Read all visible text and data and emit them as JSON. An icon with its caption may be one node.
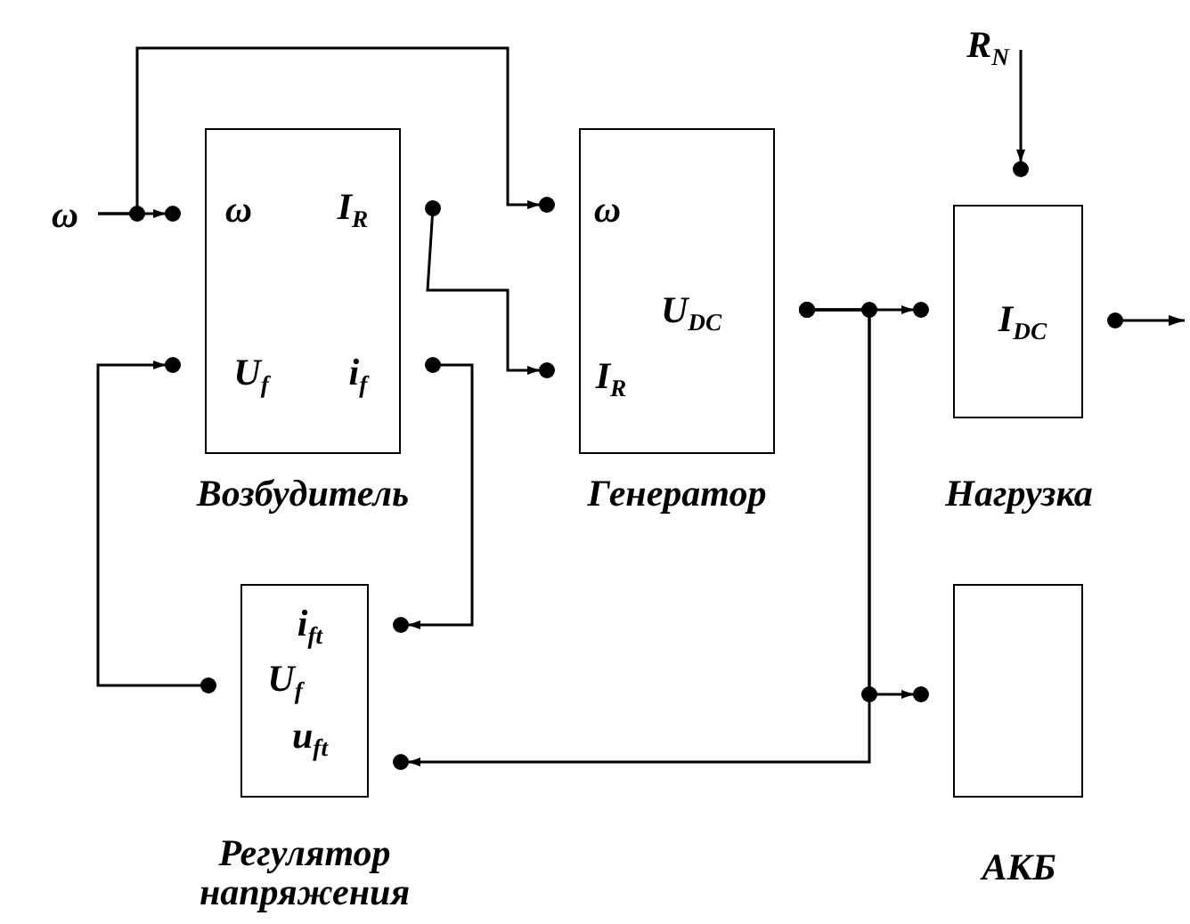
{
  "diagram": {
    "nodes": [
      {
        "text": [
          "ω"
        ]
      },
      {
        "text": [
          "ω",
          "I$_{R}$",
          "U$_{f}$",
          "i$_{f}$"
        ],
        "beside": [
          "Возбудитель"
        ]
      },
      {
        "text": [
          "ω",
          "U$_{DC}$",
          "I$_{R}$"
        ],
        "beside": [
          "Генератор"
        ]
      },
      {
        "text": [
          "R$_{N}$"
        ]
      },
      {
        "text": [
          "I$_{DC}$"
        ],
        "beside": [
          "Нагрузка"
        ]
      },
      {
        "text": [
          "i$_{ft}$",
          "U$_{f}$",
          "u$_{ft}$"
        ],
        "beside": [
          "Регулятор напряжения"
        ]
      },
      {
        "text": [],
        "shape": "box",
        "beside": [
          "АКБ"
        ]
      }
    ],
    "edges": [
      {
        "from": 0,
        "to": 1,
        "arrow": "to"
      },
      {
        "from": 0,
        "to": 2,
        "arrow": "to"
      },
      {
        "from": 1,
        "to": 2,
        "arrow": "to"
      },
      {
        "from": 1,
        "to": 5,
        "arrow": "to"
      },
      {
        "from": 5,
        "to": 1,
        "arrow": "to"
      },
      {
        "from": 2,
        "to": 4,
        "arrow": "to"
      },
      {
        "from": 2,
        "to": 6,
        "arrow": "to"
      },
      {
        "from": 2,
        "to": 5,
        "arrow": "to"
      },
      {
        "from": 3,
        "to": 4,
        "arrow": "to"
      },
      {
        "from": 4,
        "to": null,
        "arrow": "to"
      }
    ]
  }
}
